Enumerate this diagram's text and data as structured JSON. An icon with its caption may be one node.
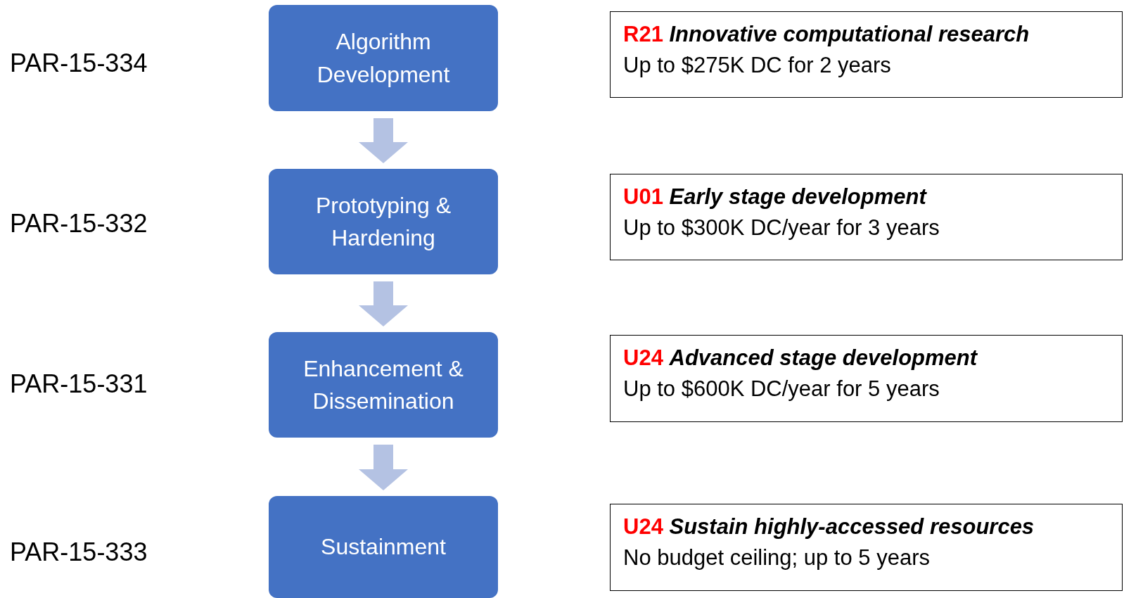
{
  "diagram": {
    "nodes": [
      {
        "text": [
          "Algorithm Development"
        ]
      },
      {
        "text": [
          "Prototyping & Hardening"
        ]
      },
      {
        "text": [
          "Enhancement & Dissemination"
        ]
      },
      {
        "text": [
          "Sustainment"
        ]
      },
      {
        "text": [
          "**R21** *Innovative computational research*",
          "Up to $275K DC for 2 years"
        ]
      },
      {
        "text": [
          "**U01** *Early stage development*",
          "Up to $300K DC/year for 3 years"
        ]
      },
      {
        "text": [
          "**U24** *Advanced stage development*",
          "Up to $600K DC/year for 5 years"
        ]
      },
      {
        "text": [
          "**U24** *Sustain highly-accessed resources*",
          "No budget ceiling; up to 5 years"
        ]
      }
    ],
    "edges": [
      {
        "from": 0,
        "to": 1,
        "arrow": "to"
      },
      {
        "from": 1,
        "to": 2,
        "arrow": "to"
      },
      {
        "from": 2,
        "to": 3,
        "arrow": "to"
      }
    ],
    "labels": [
      "PAR-15-334",
      "PAR-15-332",
      "PAR-15-331",
      "PAR-15-333"
    ]
  }
}
